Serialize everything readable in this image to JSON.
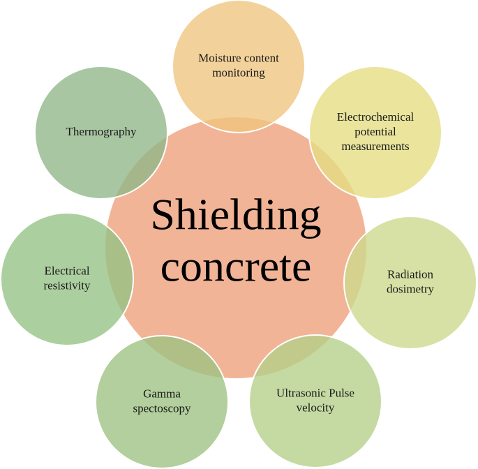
{
  "center": {
    "lines": [
      "Shielding",
      "concrete"
    ],
    "color": "#f2b496"
  },
  "satellites": [
    {
      "lines": [
        "Moisture content",
        "monitoring"
      ],
      "color": "#f0c47e"
    },
    {
      "lines": [
        "Electrochemical",
        "potential",
        "measurements"
      ],
      "color": "#e4dc82"
    },
    {
      "lines": [
        "Radiation",
        "dosimetry"
      ],
      "color": "#cdd98c"
    },
    {
      "lines": [
        "Ultrasonic Pulse",
        "velocity"
      ],
      "color": "#b4cf88"
    },
    {
      "lines": [
        "Gamma",
        "spectoscopy"
      ],
      "color": "#9cc282"
    },
    {
      "lines": [
        "Electrical",
        "resistivity"
      ],
      "color": "#95c284"
    },
    {
      "lines": [
        "Thermography"
      ],
      "color": "#8fb688"
    }
  ]
}
